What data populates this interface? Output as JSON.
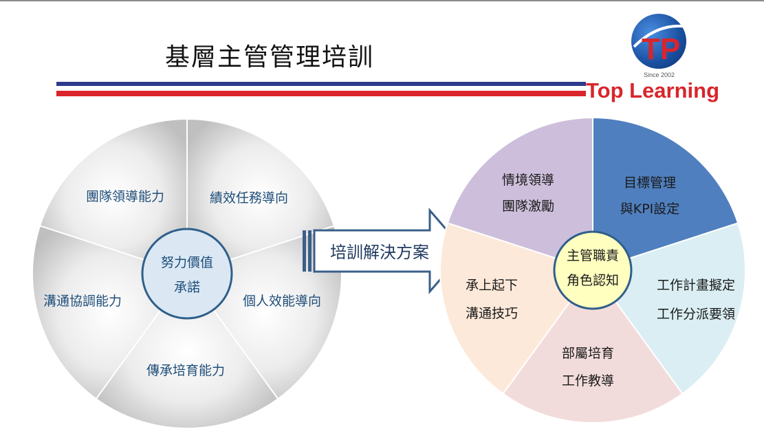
{
  "title": "基層主管管理培訓",
  "logo": {
    "since": "Since 2002",
    "brand": "Top Learning",
    "letters": "TP",
    "colors": {
      "red": "#d9252b",
      "blue": "#1a4fa0"
    }
  },
  "left_diagram": {
    "center_line1": "努力價值",
    "center_line2": "承諾",
    "segments": [
      "團隊領導能力",
      "績效任務導向",
      "個人效能導向",
      "傳承培育能力",
      "溝通協調能力"
    ]
  },
  "arrow_label": "培訓解決方案",
  "right_diagram": {
    "center_line1": "主管職責",
    "center_line2": "角色認知",
    "segments": [
      {
        "line1": "情境領導",
        "line2": "團隊激勵",
        "color": "#cdbfdb"
      },
      {
        "line1": "目標管理",
        "line2": "與KPI設定",
        "color": "#4f7fbe"
      },
      {
        "line1": "工作計畫擬定",
        "line2": "工作分派要領",
        "color": "#daeef3"
      },
      {
        "line1": "部屬培育",
        "line2": "工作教導",
        "color": "#f2dcdb"
      },
      {
        "line1": "承上起下",
        "line2": "溝通技巧",
        "color": "#fde9d9"
      }
    ]
  }
}
